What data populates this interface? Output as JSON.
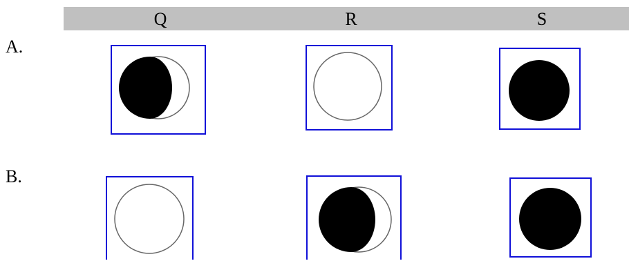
{
  "columns": [
    "Q",
    "R",
    "S"
  ],
  "rows": [
    {
      "label": "A.",
      "panels": [
        {
          "column": "Q",
          "phase": "gibbous-dark-left",
          "icon": "moon-phase-icon"
        },
        {
          "column": "R",
          "phase": "outline-circle",
          "icon": "moon-outline-icon"
        },
        {
          "column": "S",
          "phase": "filled-circle",
          "icon": "moon-filled-icon"
        }
      ]
    },
    {
      "label": "B.",
      "panels": [
        {
          "column": "Q",
          "phase": "outline-circle",
          "icon": "moon-outline-icon"
        },
        {
          "column": "R",
          "phase": "gibbous-dark-left",
          "icon": "moon-phase-icon"
        },
        {
          "column": "S",
          "phase": "filled-circle",
          "icon": "moon-filled-icon"
        }
      ]
    }
  ],
  "colors": {
    "header_bar": "#c0c0c0",
    "frame_border": "#1010d8",
    "moon_dark": "#000000",
    "moon_outline": "#666666"
  }
}
